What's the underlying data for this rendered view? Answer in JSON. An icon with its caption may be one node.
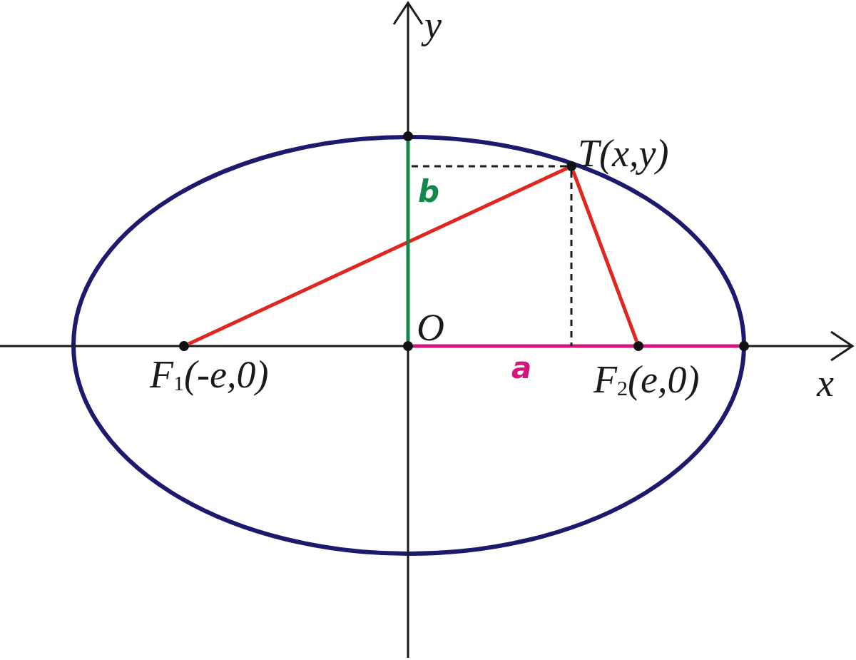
{
  "diagram": {
    "nodes": [
      {
        "text": [
          "T(x,y)"
        ]
      },
      {
        "text": [
          "F$_{1}$(-e,0)"
        ]
      },
      {
        "text": [
          "F$_{2}$(e,0)"
        ]
      },
      {
        "text": [
          "O"
        ]
      },
      {
        "text": [],
        "shape": "circle"
      },
      {
        "text": [],
        "shape": "circle"
      }
    ],
    "edges": [
      {
        "from": 1,
        "to": 0,
        "arrow": "none",
        "color": "#e0261f"
      },
      {
        "from": 0,
        "to": 2,
        "arrow": "none",
        "color": "#e0261f"
      },
      {
        "from": 3,
        "to": 4,
        "arrow": "none",
        "label": "b",
        "color": "#13874a"
      },
      {
        "from": 3,
        "to": 5,
        "arrow": "none",
        "label": "a",
        "color": "#d4147c"
      },
      {
        "from": 0,
        "to": null,
        "arrow": "none",
        "style": "dashed",
        "color": "#1a1a1a"
      },
      {
        "from": 0,
        "to": null,
        "arrow": "none",
        "style": "dashed",
        "color": "#1a1a1a"
      }
    ],
    "labels": [
      "y",
      "x"
    ]
  }
}
